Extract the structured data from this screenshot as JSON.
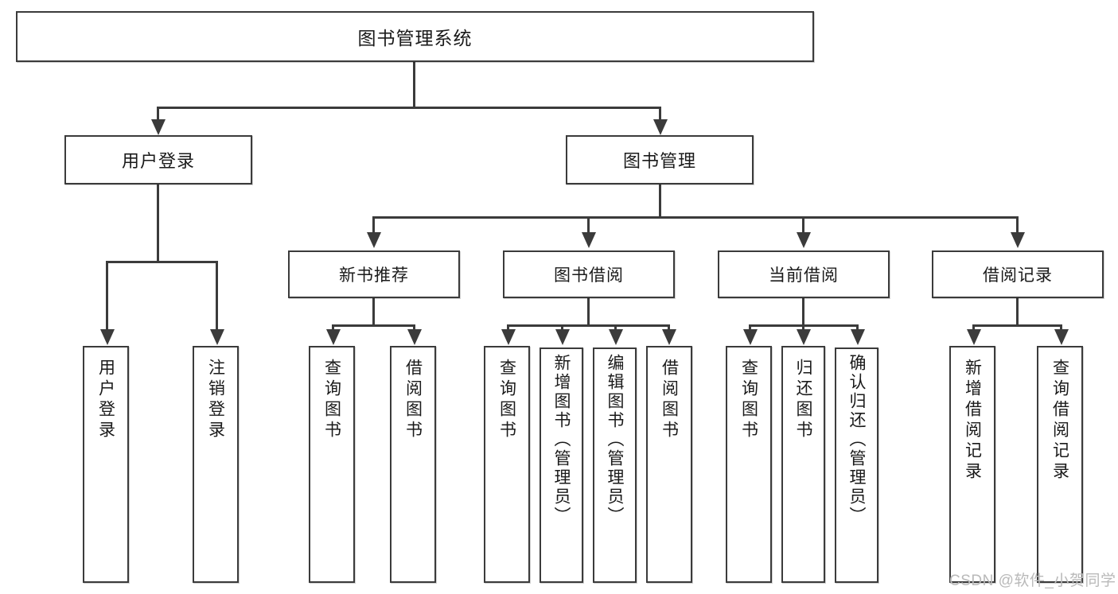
{
  "diagram": {
    "title": "图书管理系统",
    "type": "tree-hierarchy-diagram",
    "colors": {
      "stroke": "#3b3b3b",
      "fill": "#ffffff",
      "text": "#1a1a1a",
      "watermark": "#b9b9b9"
    },
    "levels": {
      "root": {
        "label": "图书管理系统"
      },
      "level2": [
        {
          "label": "用户登录"
        },
        {
          "label": "图书管理"
        }
      ],
      "level3": [
        {
          "label": "新书推荐"
        },
        {
          "label": "图书借阅"
        },
        {
          "label": "当前借阅"
        },
        {
          "label": "借阅记录"
        }
      ],
      "leaves": {
        "user_login": [
          {
            "label": "用户登录"
          },
          {
            "label": "注销登录"
          }
        ],
        "new_book_recommend": [
          {
            "label": "查询图书"
          },
          {
            "label": "借阅图书"
          }
        ],
        "book_borrow": [
          {
            "label": "查询图书"
          },
          {
            "label": "新增图书（管理员）"
          },
          {
            "label": "编辑图书（管理员）"
          },
          {
            "label": "借阅图书"
          }
        ],
        "current_borrow": [
          {
            "label": "查询图书"
          },
          {
            "label": "归还图书"
          },
          {
            "label": "确认归还（管理员）"
          }
        ],
        "borrow_record": [
          {
            "label": "新增借阅记录"
          },
          {
            "label": "查询借阅记录"
          }
        ]
      }
    }
  },
  "watermark": {
    "text": "CSDN @软件_小贺同学"
  }
}
